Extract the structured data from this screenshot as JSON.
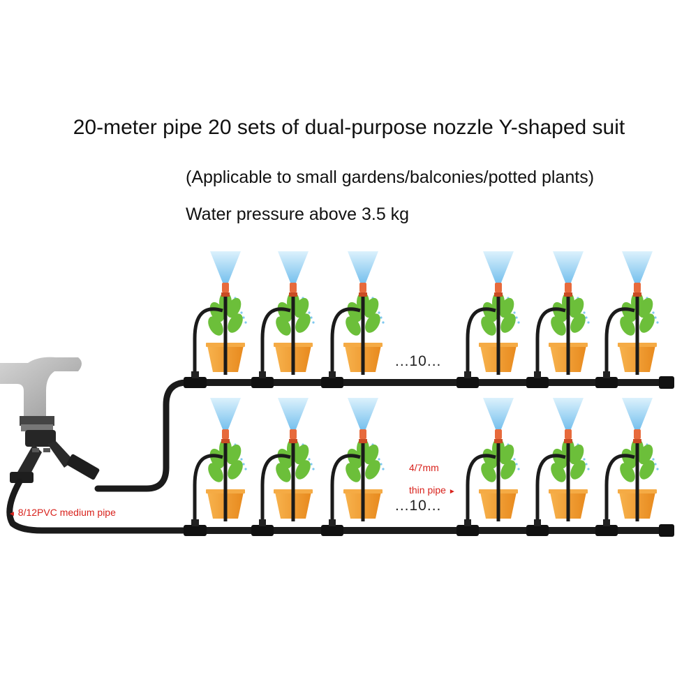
{
  "header": {
    "title": "20-meter pipe 20 sets of dual-purpose nozzle Y-shaped suit",
    "subtitle": "(Applicable to small gardens/balconies/potted plants)",
    "pressure_note": "Water pressure above 3.5 kg"
  },
  "rows": {
    "top_count": "...10...",
    "bottom_count": "...10..."
  },
  "labels": {
    "thin_pipe_size": "4/7mm",
    "thin_pipe": "thin pipe",
    "medium_pipe": "8/12PVC medium pipe"
  },
  "colors": {
    "pipe": "#1b1b1b",
    "pot": "#f2a03a",
    "leaf": "#6cbf3a",
    "mist": "#7ec8f0",
    "nozzle": "#e76a3c",
    "label_red": "#d8221c"
  }
}
